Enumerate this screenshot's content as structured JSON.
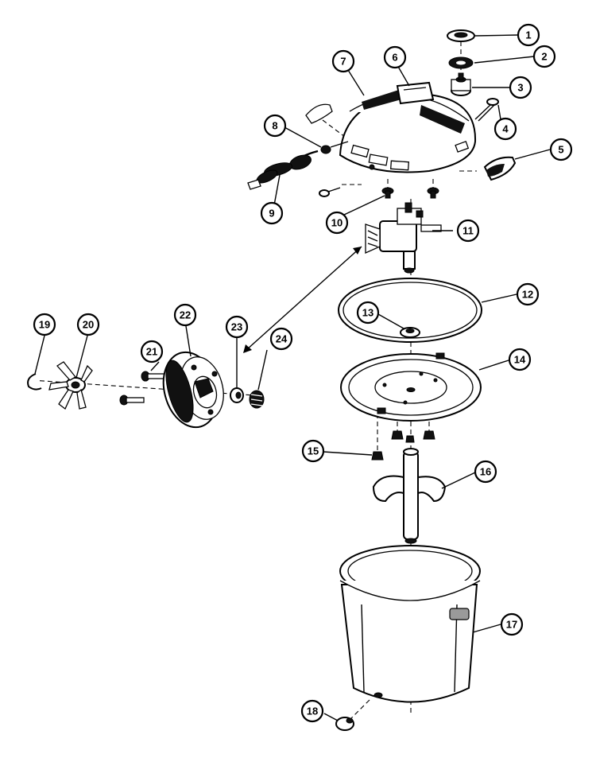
{
  "diagram": {
    "colors": {
      "ink": "#000000",
      "paper": "#ffffff"
    },
    "callouts": {
      "c1": "1",
      "c2": "2",
      "c3": "3",
      "c4": "4",
      "c5": "5",
      "c6": "6",
      "c7": "7",
      "c8": "8",
      "c9": "9",
      "c10": "10",
      "c11": "11",
      "c12": "12",
      "c13": "13",
      "c14": "14",
      "c15": "15",
      "c16": "16",
      "c17": "17",
      "c18": "18",
      "c19": "19",
      "c20": "20",
      "c21": "21",
      "c22": "22",
      "c23": "23",
      "c24": "24"
    }
  }
}
